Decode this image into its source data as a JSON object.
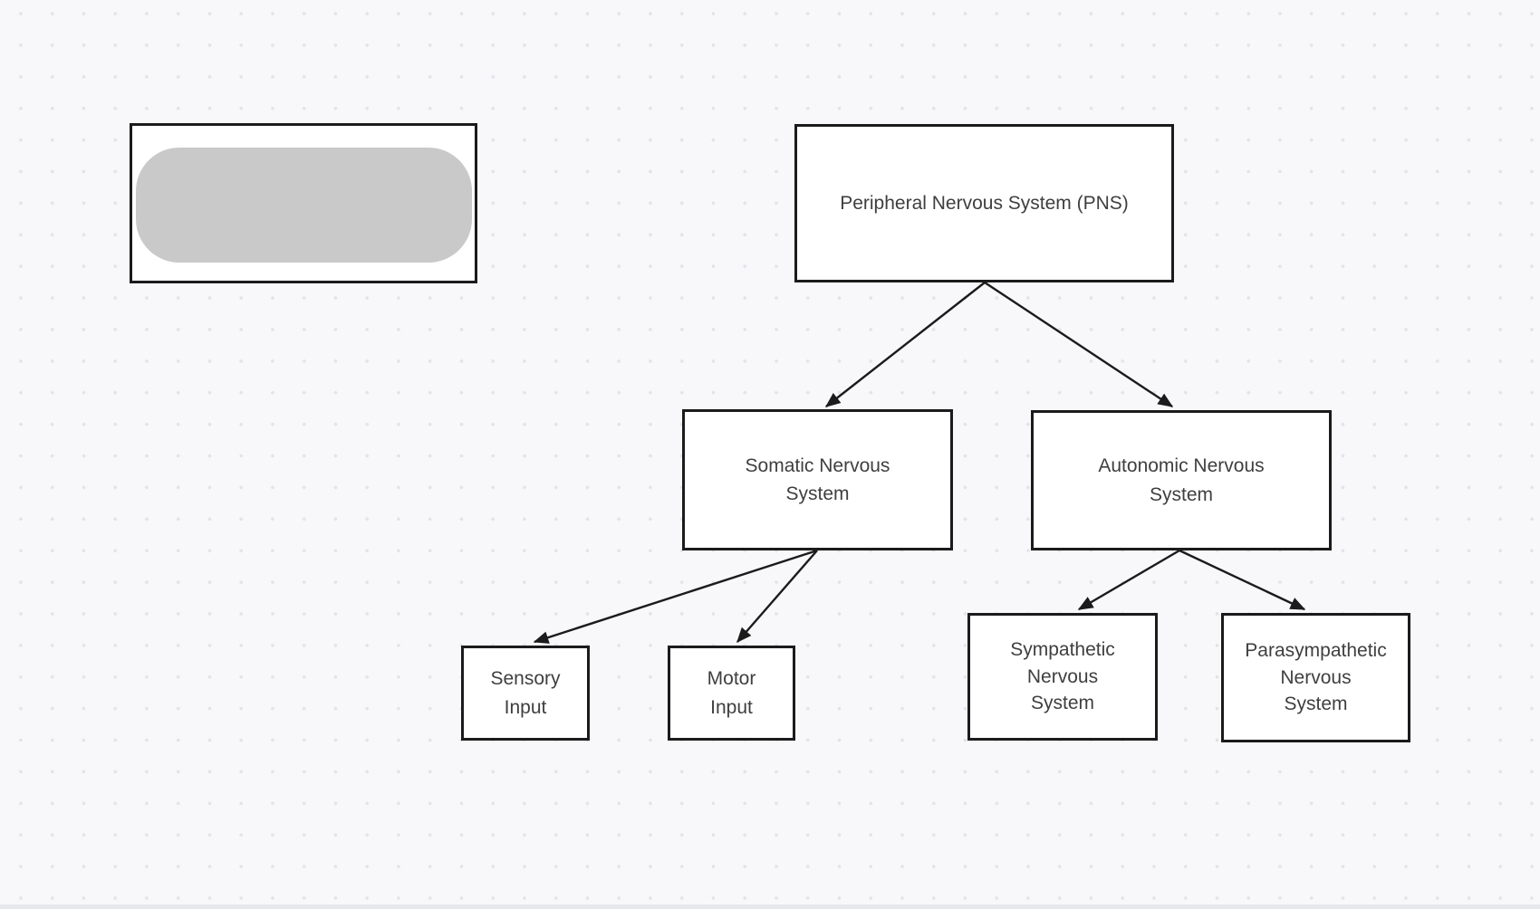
{
  "diagram": {
    "nodes": {
      "pns": {
        "label": "Peripheral Nervous System (PNS)"
      },
      "somatic": {
        "label": "Somatic Nervous\nSystem"
      },
      "autonomic": {
        "label": "Autonomic Nervous\nSystem"
      },
      "sensory": {
        "label": "Sensory\nInput"
      },
      "motor": {
        "label": "Motor\nInput"
      },
      "sympathetic": {
        "label": "Sympathetic\nNervous\nSystem"
      },
      "parasympathetic": {
        "label": "Parasympathetic\nNervous\nSystem"
      }
    },
    "redacted_box": {
      "description": "framed box containing a blank gray rounded pill (no visible text)"
    },
    "connections": [
      {
        "from": "pns",
        "to": "somatic"
      },
      {
        "from": "pns",
        "to": "autonomic"
      },
      {
        "from": "somatic",
        "to": "sensory"
      },
      {
        "from": "somatic",
        "to": "motor"
      },
      {
        "from": "autonomic",
        "to": "sympathetic"
      },
      {
        "from": "autonomic",
        "to": "parasympathetic"
      }
    ],
    "colors": {
      "canvas_background": "#f8f8fa",
      "grid_dot": "#e3e4e8",
      "node_fill": "#ffffff",
      "node_border": "#1b1b1b",
      "connector": "#1b1b1b",
      "text": "#3f3f3f",
      "redacted_pill": "#c9c9c9",
      "scrollbar_track": "#e7e8ec"
    }
  }
}
